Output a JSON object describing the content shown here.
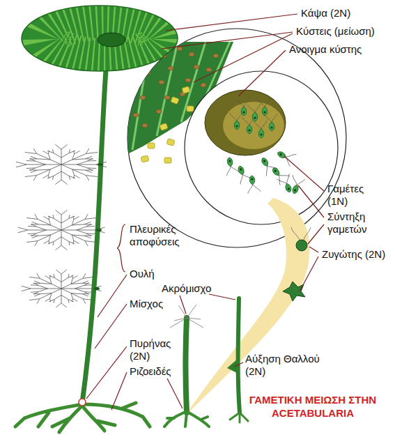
{
  "diagram": {
    "title": "ΓΑΜΕΤΙΚΗ ΜΕΙΩΣΗ ΣΤΗΝ ACETABULARIA",
    "labels": [
      "Κάψα (2N)",
      "Κύστεις (μείωση)",
      "Ανοιγμα κύστης",
      "Γαμέτες (1N)",
      "Σύντηξη γαμετών",
      "Ζυγώτης (2N)",
      "Πλευρικές αποφύσεις",
      "Ουλή",
      "Μίσχος",
      "Ακρόμισχο",
      "Πυρήνας (2N)",
      "Ριζοειδές",
      "Αύξηση Θαλλού (2N)"
    ]
  }
}
